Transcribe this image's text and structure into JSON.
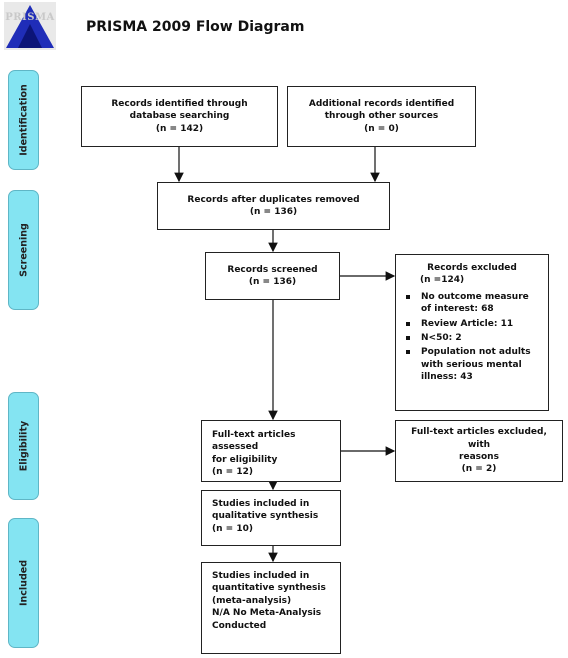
{
  "header": {
    "logo_text": "PRISMA",
    "title": "PRISMA 2009 Flow Diagram"
  },
  "stages": {
    "identification": "Identification",
    "screening": "Screening",
    "eligibility": "Eligibility",
    "included": "Included"
  },
  "boxes": {
    "database": {
      "l1": "Records identified through",
      "l2": "database searching",
      "l3": "(n = 142)"
    },
    "other": {
      "l1": "Additional records identified",
      "l2": "through other sources",
      "l3": "(n = 0)"
    },
    "duplicates": {
      "l1": "Records after duplicates removed",
      "l2": "(n = 136)"
    },
    "screened": {
      "l1": "Records screened",
      "l2": "(n = 136)"
    },
    "excluded": {
      "title": "Records excluded",
      "count": "(n =124)",
      "reasons": [
        "No outcome measure of interest: 68",
        "Review Article: 11",
        "N<50: 2",
        "Population not adults with serious mental illness: 43"
      ]
    },
    "fulltext": {
      "l1": "Full-text articles assessed",
      "l2": "for eligibility",
      "l3": "(n = 12)"
    },
    "fulltext_excluded": {
      "l1": "Full-text articles excluded, with",
      "l2": "reasons",
      "l3": "(n = 2)"
    },
    "qualitative": {
      "l1": "Studies included in",
      "l2": "qualitative synthesis",
      "l3": "(n = 10)"
    },
    "quantitative": {
      "l1": "Studies included in",
      "l2": "quantitative synthesis",
      "l3": "(meta-analysis)",
      "l4": "N/A No Meta-Analysis",
      "l5": "Conducted"
    }
  }
}
